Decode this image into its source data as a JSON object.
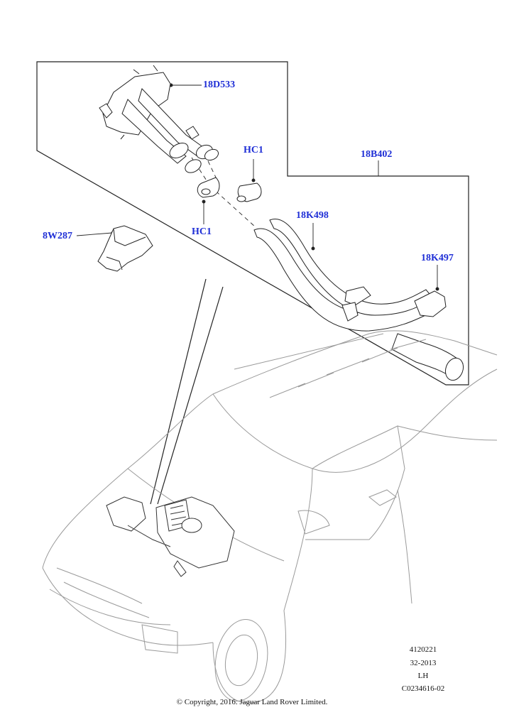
{
  "callouts": {
    "part_18D533": "18D533",
    "part_HC1_top": "HC1",
    "part_18B402": "18B402",
    "part_18K498": "18K498",
    "part_8W287": "8W287",
    "part_HC1_bottom": "HC1",
    "part_18K497": "18K497"
  },
  "reference": {
    "line1": "4120221",
    "line2": "32-2013",
    "line3": "LH",
    "line4": "C0234616-02"
  },
  "copyright": "© Copyright, 2016. Jaguar Land Rover Limited.",
  "colors": {
    "callout_text": "#1f2fd6",
    "line_art": "#222222",
    "faint_line_art": "#9a9a9a"
  }
}
